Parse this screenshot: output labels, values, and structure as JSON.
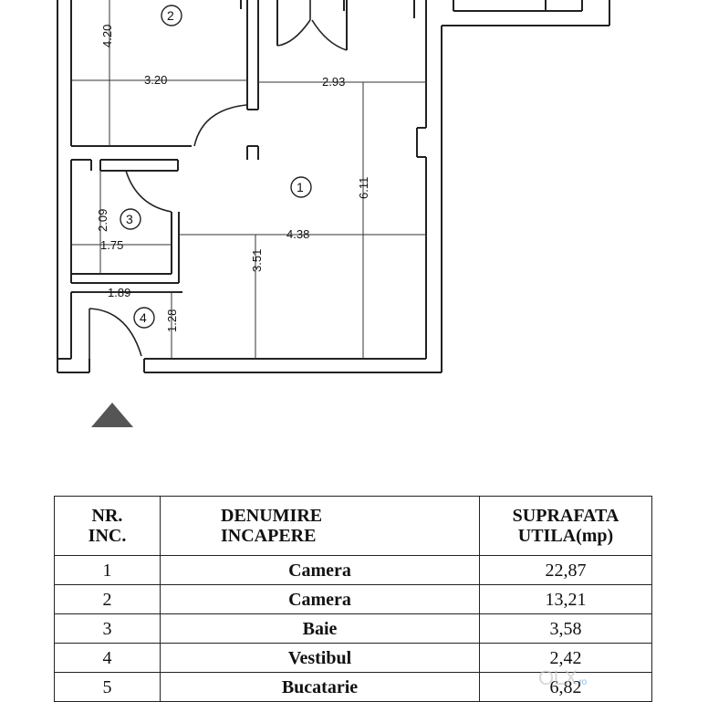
{
  "plan": {
    "room_numbers": [
      "1",
      "2",
      "3",
      "4"
    ],
    "dimensions": {
      "room2_height": "4.20",
      "room2_width": "3.20",
      "room1_top_width": "2.93",
      "room1_height": "6.11",
      "room1_width": "4.38",
      "room1_lower_height": "3.51",
      "room3_height": "2.09",
      "room3_width": "1.75",
      "room4_width": "1.89",
      "room4_height": "1.28"
    },
    "north_marker": "triangle-icon"
  },
  "table": {
    "headers": {
      "col1": [
        "NR.",
        "INC."
      ],
      "col2": [
        "DENUMIRE",
        "INCAPERE"
      ],
      "col3": [
        "SUPRAFATA",
        "UTILA(mp)"
      ]
    },
    "rows": [
      {
        "nr": "1",
        "name": "Camera",
        "area": "22,87"
      },
      {
        "nr": "2",
        "name": "Camera",
        "area": "13,21"
      },
      {
        "nr": "3",
        "name": "Baie",
        "area": "3,58"
      },
      {
        "nr": "4",
        "name": "Vestibul",
        "area": "2,42"
      },
      {
        "nr": "5",
        "name": "Bucatarie",
        "area": "6,82"
      }
    ]
  },
  "watermark": {
    "text": "OLX",
    "suffix": ".ro"
  }
}
